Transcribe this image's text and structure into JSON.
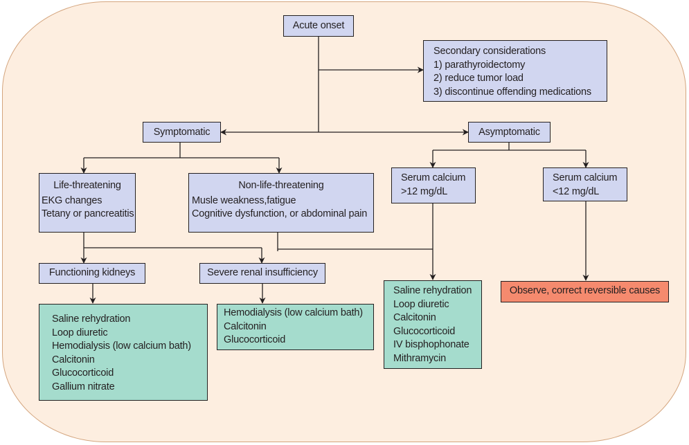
{
  "colors": {
    "background_panel": "#fdeee0",
    "panel_border": "#d4a57e",
    "decision_box": "#d1d6f0",
    "treatment_box": "#a5dccd",
    "observe_box": "#f58a6e",
    "line": "#231f20"
  },
  "nodes": {
    "acute_onset": "Acute onset",
    "secondary": {
      "title": "Secondary considerations",
      "items": [
        "1) parathyroidectomy",
        "2) reduce tumor load",
        "3) discontinue offending medications"
      ]
    },
    "symptomatic": "Symptomatic",
    "asymptomatic": "Asymptomatic",
    "life_threatening": {
      "title": "Life-threatening",
      "items": [
        "EKG changes",
        "Tetany or pancreatitis"
      ]
    },
    "non_life_threatening": {
      "title": "Non-life-threatening",
      "items": [
        "Musle weakness,fatigue",
        "Cognitive dysfunction, or abdominal pain"
      ]
    },
    "serum_high": [
      "Serum calcium",
      ">12 mg/dL"
    ],
    "serum_low": [
      "Serum calcium",
      "<12 mg/dL"
    ],
    "functioning_kidneys": "Functioning kidneys",
    "severe_renal": "Severe renal insufficiency",
    "treatment_functioning": [
      "Saline rehydration",
      "Loop diuretic",
      "Hemodialysis (low calcium bath)",
      "Calcitonin",
      "Glucocorticoid",
      "Gallium nitrate"
    ],
    "treatment_renal": [
      "Hemodialysis (low calcium bath)",
      "Calcitonin",
      "Glucocorticoid"
    ],
    "treatment_high": [
      "Saline rehydration",
      "Loop diuretic",
      "Calcitonin",
      "Glucocorticoid",
      "IV bisphophonate",
      "Mithramycin"
    ],
    "observe": "Observe, correct reversible causes"
  }
}
